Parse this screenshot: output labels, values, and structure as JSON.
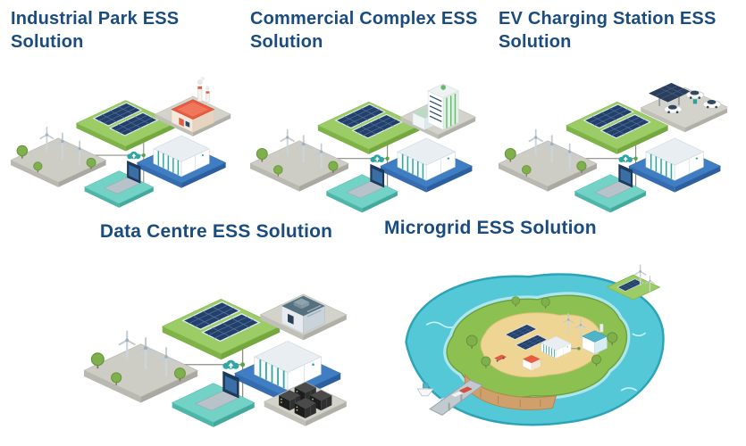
{
  "page": {
    "background": "#ffffff"
  },
  "colors": {
    "title": "#1a4c80",
    "platform_gray": "#cdcdc5",
    "solar_green": "#9ccc65",
    "panel_navy": "#23406b",
    "battery_blue": "#3f7ec2",
    "teal": "#2fa6a0",
    "water": "#55c8d8",
    "sand": "#eed593",
    "land_green": "#8cc152",
    "factory_roof_red": "#e85c41"
  },
  "solutions": [
    {
      "id": "industrial-park",
      "label": "Industrial Park ESS Solution",
      "building": "factory"
    },
    {
      "id": "commercial-complex",
      "label": "Commercial Complex ESS Solution",
      "building": "commercial-tower"
    },
    {
      "id": "ev-charging-station",
      "label": "EV Charging Station ESS Solution",
      "building": "ev-cars-with-solar-canopy"
    },
    {
      "id": "data-centre",
      "label": "Data Centre ESS Solution",
      "building": "data-centre-and-server-racks"
    },
    {
      "id": "microgrid",
      "label": "Microgrid ESS Solution",
      "building": "island-microgrid"
    }
  ],
  "icons": {
    "wind-turbine-icon": "three-blade wind turbine on pole",
    "tree-icon": "round green tree",
    "solar-panel-icon": "tilted photovoltaic array",
    "battery-container-icon": "white ESS container with teal slats",
    "laptop-icon": "monitoring laptop with cloud upload",
    "cloud-upload-icon": "teal cloud with white up arrow",
    "factory-icon": "industrial factory with chimneys and smoke",
    "commercial-tower-icon": "green-striped commercial high-rise",
    "ev-car-icon": "white electric car",
    "server-rack-icon": "black data server rack",
    "island-icon": "microgrid island with pier and buildings"
  }
}
